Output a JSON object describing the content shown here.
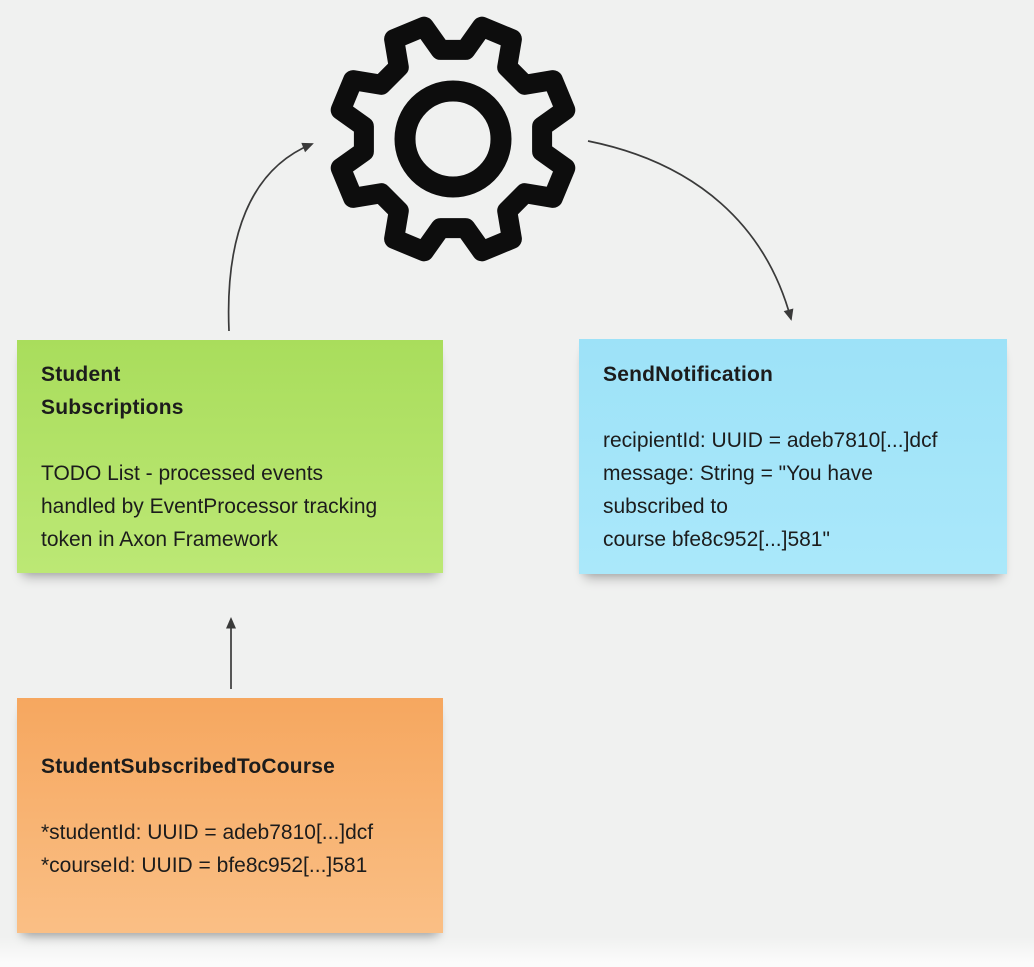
{
  "canvas": {
    "background_color": "#f0f1f0",
    "connector_color": "#3a3a3a"
  },
  "nodes": {
    "event_processor": {
      "icon": "gear-icon",
      "icon_color": "#0d0d0d"
    },
    "student_subscriptions": {
      "type": "sticky-note",
      "color_top": "#a9dd5c",
      "color_bottom": "#bce875",
      "title": "Student\nSubscriptions",
      "body": "TODO List - processed events\nhandled by EventProcessor tracking\ntoken in Axon Framework"
    },
    "send_notification": {
      "type": "sticky-note",
      "color_top": "#9de2f8",
      "color_bottom": "#aae8fa",
      "title": "SendNotification",
      "body": "recipientId: UUID = adeb7810[...]dcf\nmessage: String = \"You have\nsubscribed to\ncourse bfe8c952[...]581\""
    },
    "student_subscribed_to_course": {
      "type": "sticky-note",
      "color_top": "#f6a75f",
      "color_bottom": "#fabf85",
      "title": "StudentSubscribedToCourse",
      "body": "*studentId: UUID = adeb7810[...]dcf\n*courseId: UUID = bfe8c952[...]581"
    }
  },
  "connectors": [
    {
      "from": "student_subscriptions",
      "to": "event_processor",
      "style": "curved-arrow"
    },
    {
      "from": "event_processor",
      "to": "send_notification",
      "style": "curved-arrow"
    },
    {
      "from": "student_subscribed_to_course",
      "to": "student_subscriptions",
      "style": "straight-arrow"
    }
  ]
}
